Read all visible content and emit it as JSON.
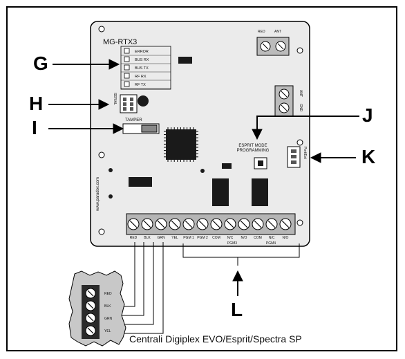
{
  "board": {
    "model": "MG-RTX3",
    "leds": [
      "ERROR",
      "BUS RX",
      "BUS TX",
      "RF RX",
      "RF TX"
    ],
    "top_terminal_labels": [
      "RED",
      "ANT"
    ],
    "right_terminal_labels": [
      "ANT",
      "GND"
    ],
    "serial_label": "SERIAL",
    "tamper_label": "TAMPER",
    "esprit_label_line1": "ESPRIT MODE",
    "esprit_label_line2": "PROGRAMMING",
    "port_k_label": "Port/Ext",
    "website": "www.paradox.com",
    "bottom_terminals": [
      "RED",
      "BLK",
      "GRN",
      "YEL",
      "PGM 1",
      "PGM 2",
      "COM",
      "N/C",
      "N/O",
      "COM",
      "N/C",
      "N/O"
    ],
    "pgm3_label": "PGM3",
    "pgm4_label": "PGM4"
  },
  "connector": {
    "labels": [
      "RED",
      "BLK",
      "GRN",
      "YEL"
    ],
    "caption": "Centrali Digiplex EVO/Esprit/Spectra SP"
  },
  "callouts": {
    "g": "G",
    "h": "H",
    "i": "I",
    "j": "J",
    "k": "K",
    "l": "L"
  },
  "colors": {
    "board_fill": "#ebebeb",
    "chip_fill": "#1a1a1a",
    "connector_fill": "#c8c8c8",
    "line": "#000000"
  }
}
